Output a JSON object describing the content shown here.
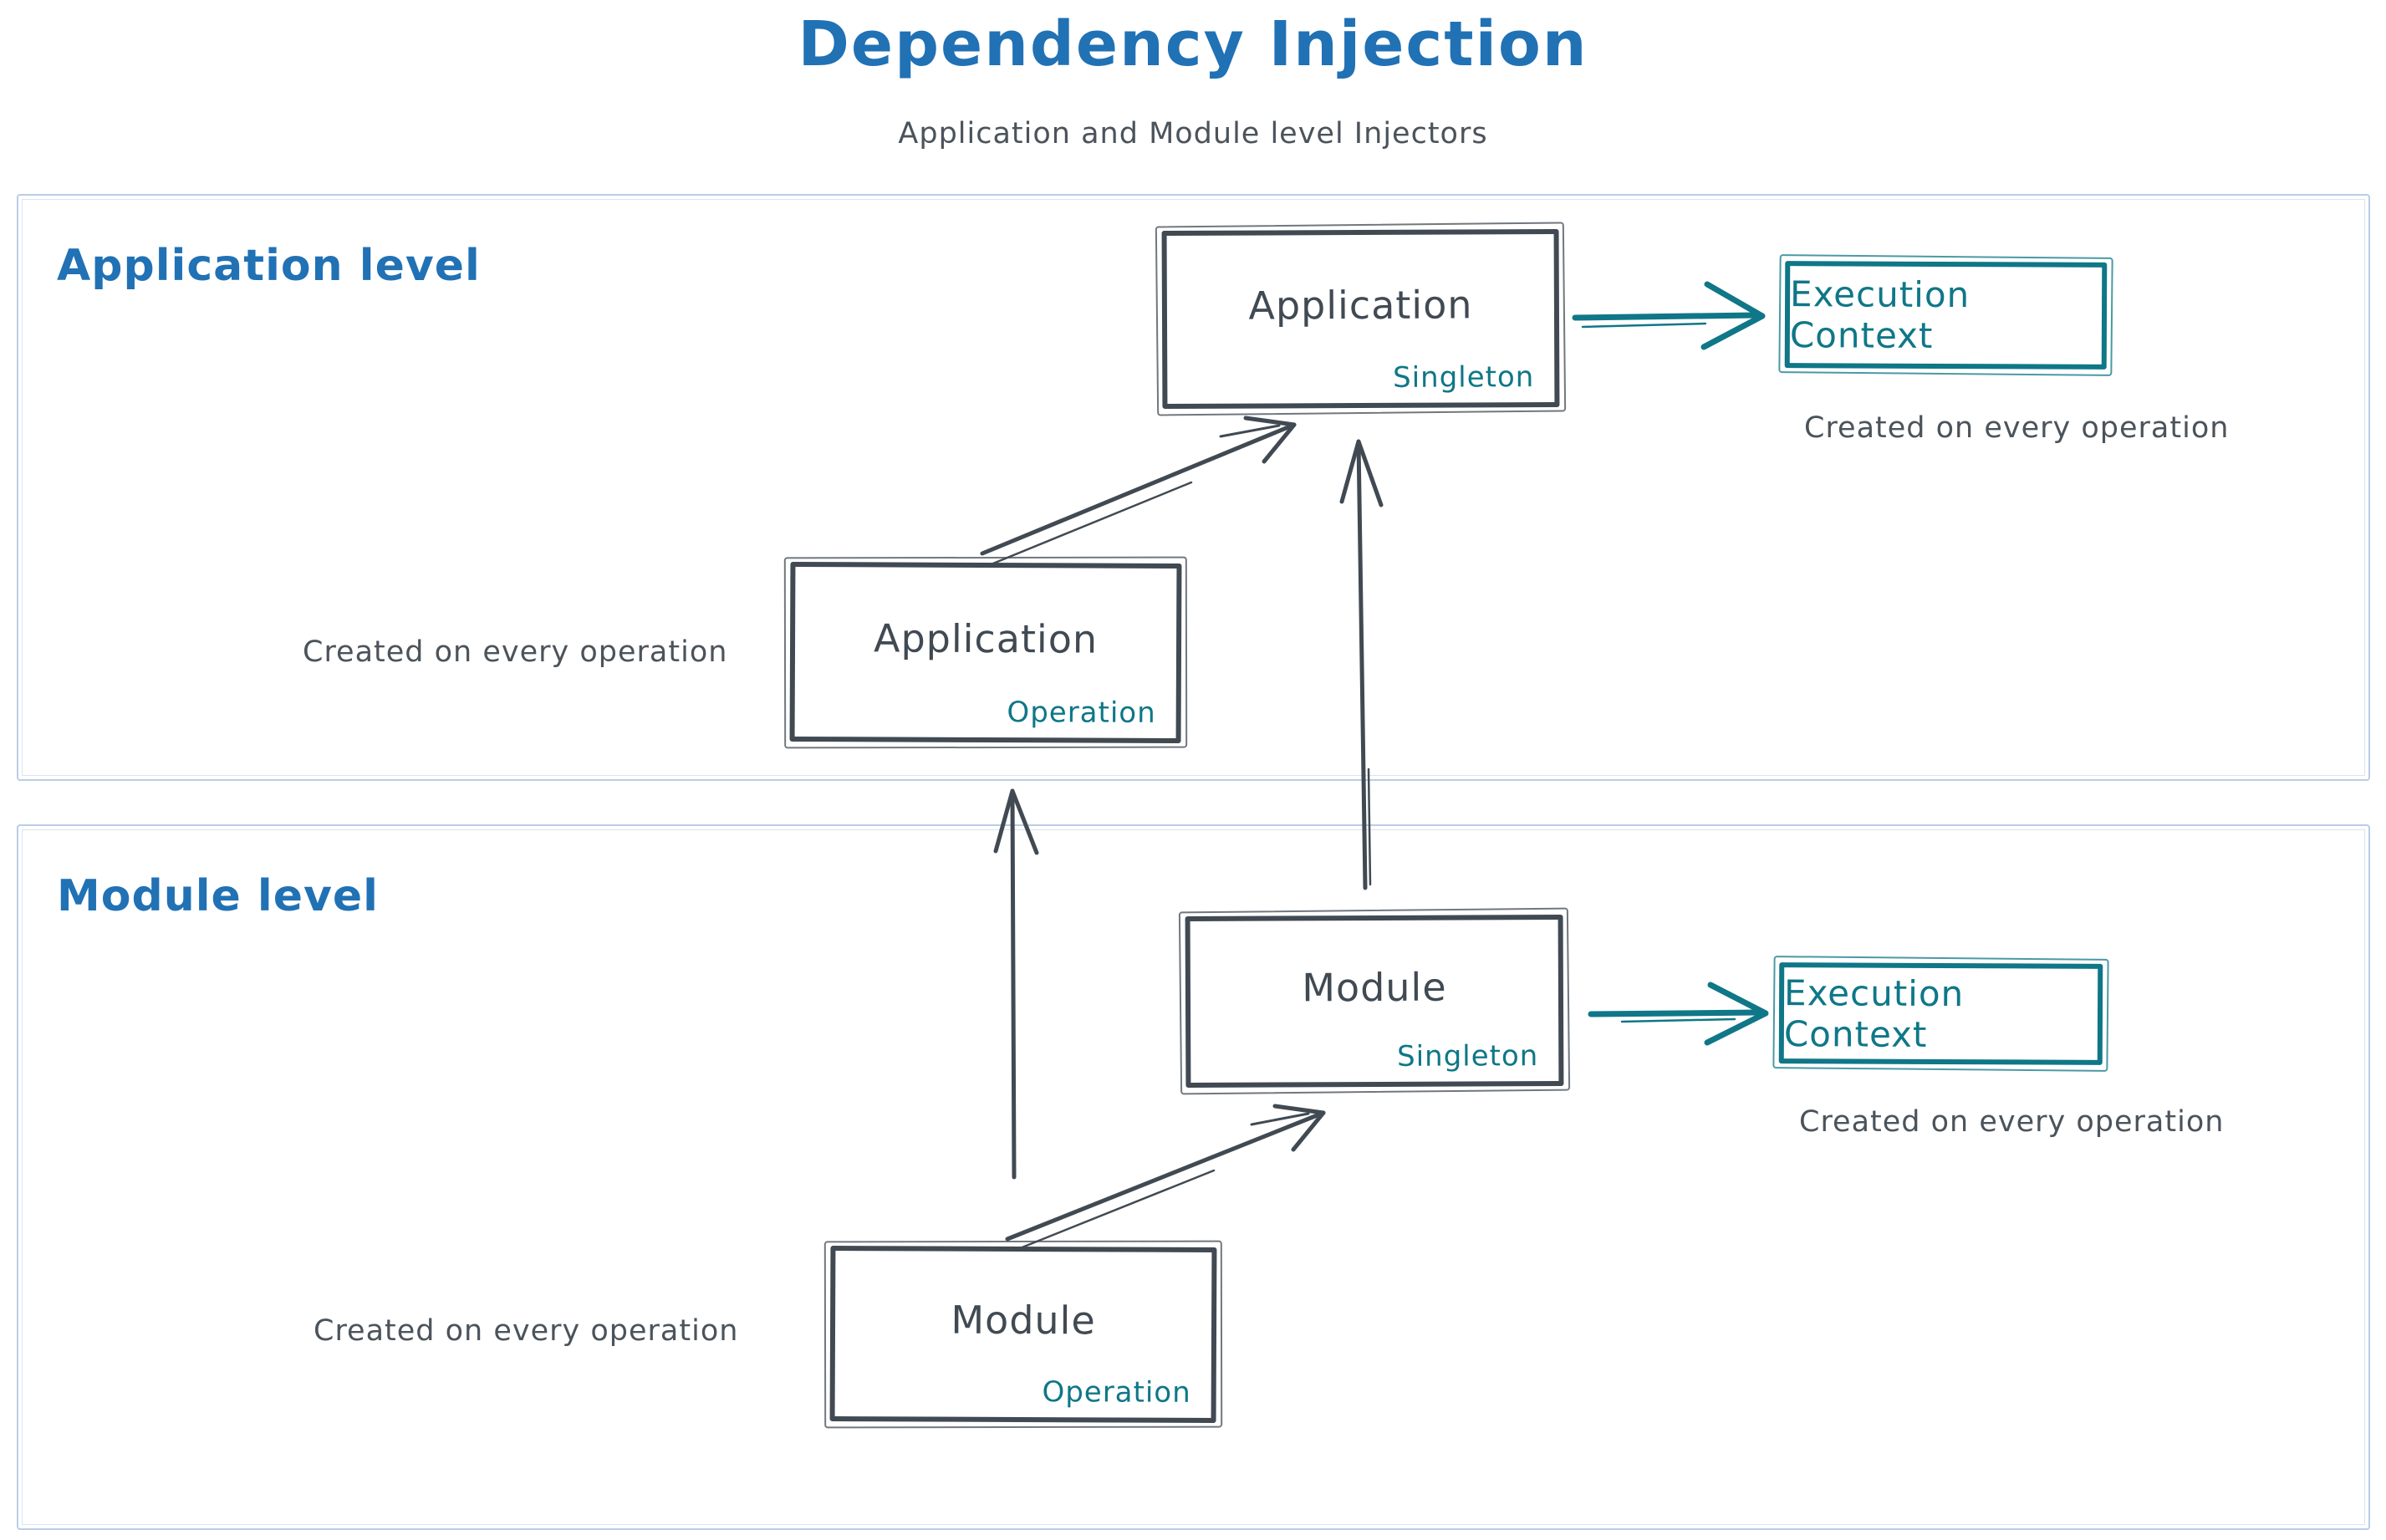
{
  "colors": {
    "blue": "#2171b5",
    "teal": "#0f7787",
    "ink": "#414a53",
    "gray": "#4b535b",
    "section-border": "#b9cde7"
  },
  "header": {
    "title": "Dependency Injection",
    "subtitle": "Application and Module level Injectors"
  },
  "application_section": {
    "label": "Application level",
    "singleton_box": {
      "title": "Application",
      "badge": "Singleton"
    },
    "operation_box": {
      "title": "Application",
      "badge": "Operation"
    },
    "execution_context_box": {
      "title": "Execution Context"
    },
    "operation_note": "Created on every operation",
    "execution_note": "Created on every operation"
  },
  "module_section": {
    "label": "Module level",
    "singleton_box": {
      "title": "Module",
      "badge": "Singleton"
    },
    "operation_box": {
      "title": "Module",
      "badge": "Operation"
    },
    "execution_context_box": {
      "title": "Execution Context"
    },
    "operation_note": "Created on every operation",
    "execution_note": "Created on every operation"
  }
}
